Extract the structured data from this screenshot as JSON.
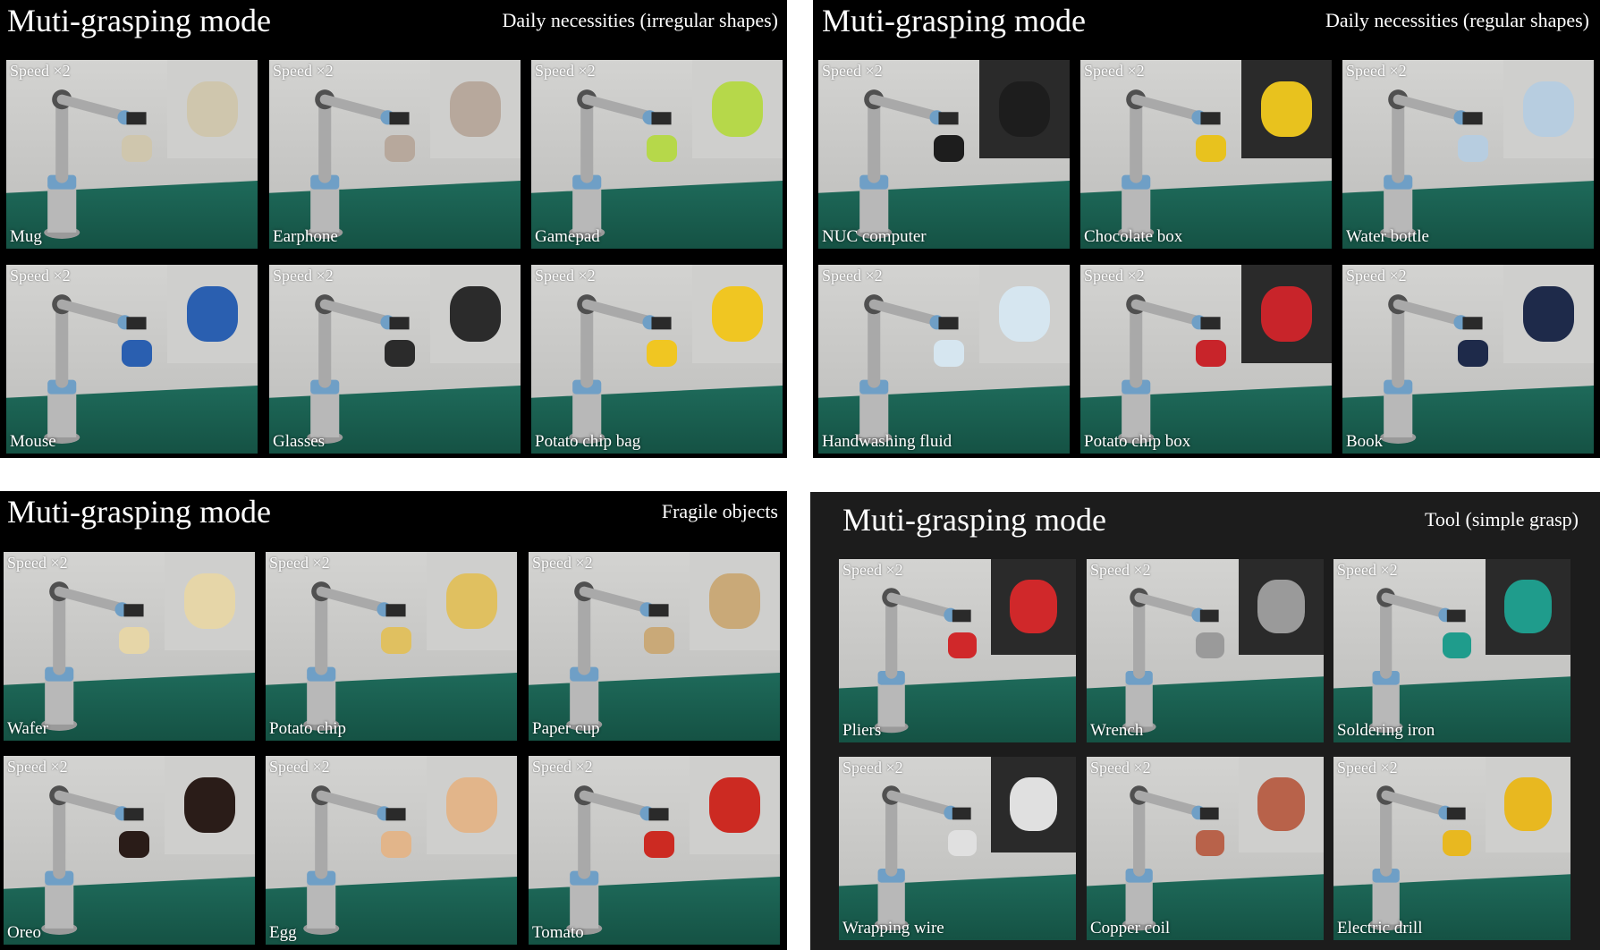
{
  "panels": [
    {
      "title": "Muti-grasping mode",
      "subtitle": "Daily necessities (irregular shapes)",
      "tiles": [
        {
          "speed": "Speed ×2",
          "label": "Mug",
          "object_color": "#cfc6ad"
        },
        {
          "speed": "Speed ×2",
          "label": "Earphone",
          "object_color": "#b7a89c"
        },
        {
          "speed": "Speed ×2",
          "label": "Gamepad",
          "object_color": "#b6d84a"
        },
        {
          "speed": "Speed ×2",
          "label": "Mouse",
          "object_color": "#2a5fb0"
        },
        {
          "speed": "Speed ×2",
          "label": "Glasses",
          "object_color": "#2b2b2b"
        },
        {
          "speed": "Speed ×2",
          "label": "Potato chip bag",
          "object_color": "#f0c622"
        }
      ]
    },
    {
      "title": "Muti-grasping mode",
      "subtitle": "Daily necessities (regular shapes)",
      "tiles": [
        {
          "speed": "Speed ×2",
          "label": "NUC computer",
          "object_color": "#1d1d1d"
        },
        {
          "speed": "Speed ×2",
          "label": "Chocolate box",
          "object_color": "#e8c21e"
        },
        {
          "speed": "Speed ×2",
          "label": "Water bottle",
          "object_color": "#b7cde0"
        },
        {
          "speed": "Speed ×2",
          "label": "Handwashing fluid",
          "object_color": "#d6e6f0"
        },
        {
          "speed": "Speed ×2",
          "label": "Potato chip box",
          "object_color": "#c8242a"
        },
        {
          "speed": "Speed ×2",
          "label": "Book",
          "object_color": "#1e2a4a"
        }
      ]
    },
    {
      "title": "Muti-grasping mode",
      "subtitle": "Fragile objects",
      "tiles": [
        {
          "speed": "Speed ×2",
          "label": "Wafer",
          "object_color": "#e6d6a8"
        },
        {
          "speed": "Speed ×2",
          "label": "Potato chip",
          "object_color": "#e0c060"
        },
        {
          "speed": "Speed ×2",
          "label": "Paper cup",
          "object_color": "#c9a978"
        },
        {
          "speed": "Speed ×2",
          "label": "Oreo",
          "object_color": "#2a1c18"
        },
        {
          "speed": "Speed ×2",
          "label": "Egg",
          "object_color": "#e2b58a"
        },
        {
          "speed": "Speed ×2",
          "label": "Tomato",
          "object_color": "#cc2a22"
        }
      ]
    },
    {
      "title": "Muti-grasping mode",
      "subtitle": "Tool (simple grasp)",
      "tiles": [
        {
          "speed": "Speed ×2",
          "label": "Pliers",
          "object_color": "#d0282a"
        },
        {
          "speed": "Speed ×2",
          "label": "Wrench",
          "object_color": "#9a9a9a"
        },
        {
          "speed": "Speed ×2",
          "label": "Soldering iron",
          "object_color": "#1f9c8c"
        },
        {
          "speed": "Speed ×2",
          "label": "Wrapping wire",
          "object_color": "#e0e0e0"
        },
        {
          "speed": "Speed ×2",
          "label": "Copper coil",
          "object_color": "#b8624a"
        },
        {
          "speed": "Speed ×2",
          "label": "Electric drill",
          "object_color": "#e8b820"
        }
      ]
    }
  ]
}
